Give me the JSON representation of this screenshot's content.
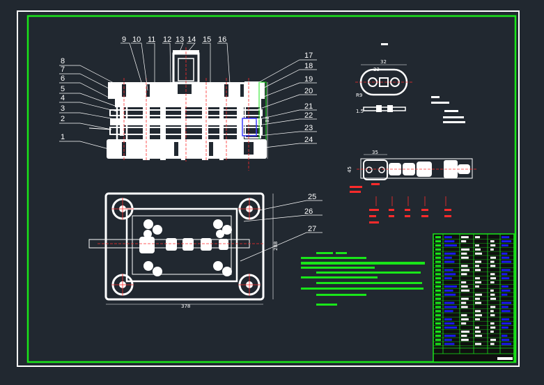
{
  "colors": {
    "background": "#212830",
    "frame": "#ffffff",
    "border": "#19e619",
    "part": "#ffffff",
    "centerline": "#ff2b2b",
    "hidden": "#3a3aff",
    "note": "#19e619",
    "table": "#1a1aee"
  },
  "part_labels": {
    "left": [
      "8",
      "7",
      "6",
      "5",
      "4",
      "3",
      "2",
      "1"
    ],
    "top": [
      "9",
      "10",
      "11",
      "12",
      "13",
      "14",
      "15",
      "16"
    ],
    "right": [
      "17",
      "18",
      "19",
      "20",
      "21",
      "22",
      "23",
      "24"
    ],
    "plan": [
      "25",
      "26",
      "27"
    ]
  },
  "dimensions": {
    "blank_width": "32",
    "blank_height": "23",
    "hole_diameter": "R9",
    "thickness": "1.5",
    "strip_pitch": "35",
    "strip_width": "45",
    "plan_width": "378",
    "plan_height": "288",
    "side_height": "88"
  }
}
